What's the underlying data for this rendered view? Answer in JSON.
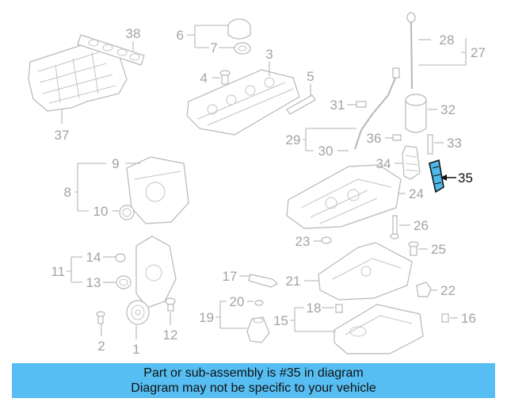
{
  "diagram": {
    "highlighted_callout": "35",
    "callouts": [
      {
        "id": "1",
        "label": "1"
      },
      {
        "id": "2",
        "label": "2"
      },
      {
        "id": "3",
        "label": "3"
      },
      {
        "id": "4",
        "label": "4"
      },
      {
        "id": "5",
        "label": "5"
      },
      {
        "id": "6",
        "label": "6"
      },
      {
        "id": "7",
        "label": "7"
      },
      {
        "id": "8",
        "label": "8"
      },
      {
        "id": "9",
        "label": "9"
      },
      {
        "id": "10",
        "label": "10"
      },
      {
        "id": "11",
        "label": "11"
      },
      {
        "id": "12",
        "label": "12"
      },
      {
        "id": "13",
        "label": "13"
      },
      {
        "id": "14",
        "label": "14"
      },
      {
        "id": "15",
        "label": "15"
      },
      {
        "id": "16",
        "label": "16"
      },
      {
        "id": "17",
        "label": "17"
      },
      {
        "id": "18",
        "label": "18"
      },
      {
        "id": "19",
        "label": "19"
      },
      {
        "id": "20",
        "label": "20"
      },
      {
        "id": "21",
        "label": "21"
      },
      {
        "id": "22",
        "label": "22"
      },
      {
        "id": "23",
        "label": "23"
      },
      {
        "id": "24",
        "label": "24"
      },
      {
        "id": "25",
        "label": "25"
      },
      {
        "id": "26",
        "label": "26"
      },
      {
        "id": "27",
        "label": "27"
      },
      {
        "id": "28",
        "label": "28"
      },
      {
        "id": "29",
        "label": "29"
      },
      {
        "id": "30",
        "label": "30"
      },
      {
        "id": "31",
        "label": "31"
      },
      {
        "id": "32",
        "label": "32"
      },
      {
        "id": "33",
        "label": "33"
      },
      {
        "id": "34",
        "label": "34"
      },
      {
        "id": "35",
        "label": "35"
      },
      {
        "id": "36",
        "label": "36"
      },
      {
        "id": "37",
        "label": "37"
      },
      {
        "id": "38",
        "label": "38"
      }
    ]
  },
  "banner": {
    "line1": "Part or sub-assembly is #35 in diagram",
    "line2": "Diagram may not be specific to your vehicle",
    "color": "#56bef2"
  }
}
